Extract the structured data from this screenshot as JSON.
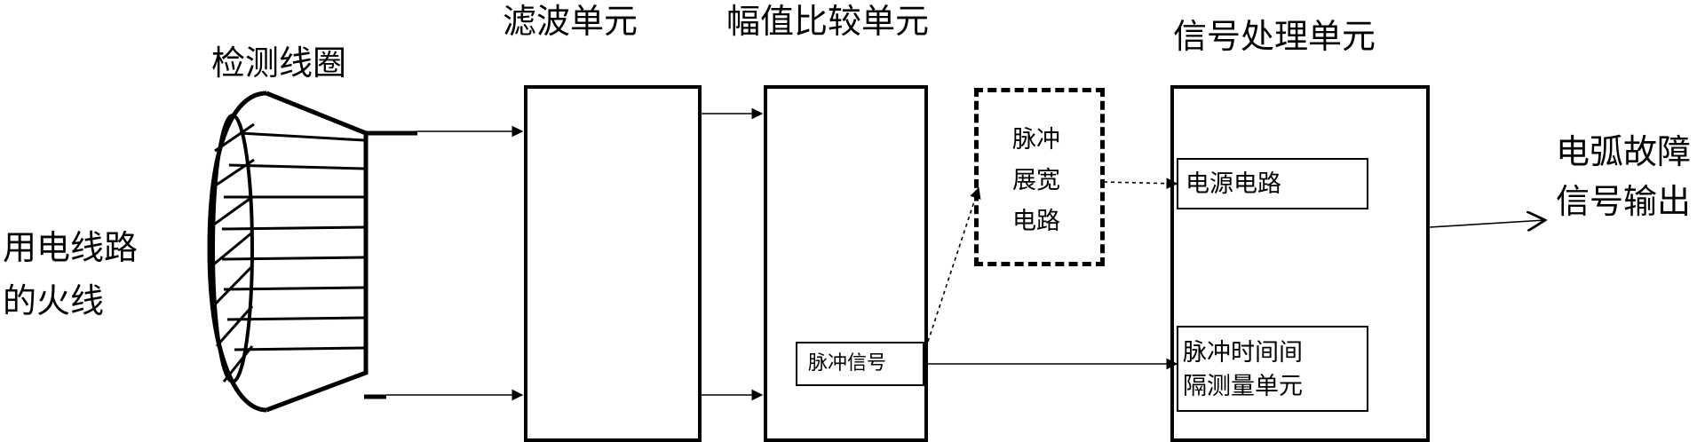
{
  "labels": {
    "coil_title": "检测线圈",
    "filter_title": "滤波单元",
    "amplitude_title": "幅值比较单元",
    "signal_proc_title": "信号处理单元",
    "input_line1": "用电线路",
    "input_line2": "的火线",
    "pulse_signal": "脉冲信号",
    "pulse_expand_1": "脉冲",
    "pulse_expand_2": "展宽",
    "pulse_expand_3": "电路",
    "power_circuit": "电源电路",
    "interval_1": "脉冲时间间",
    "interval_2": "隔测量单元",
    "output_1": "电弧故障",
    "output_2": "信号输出"
  }
}
